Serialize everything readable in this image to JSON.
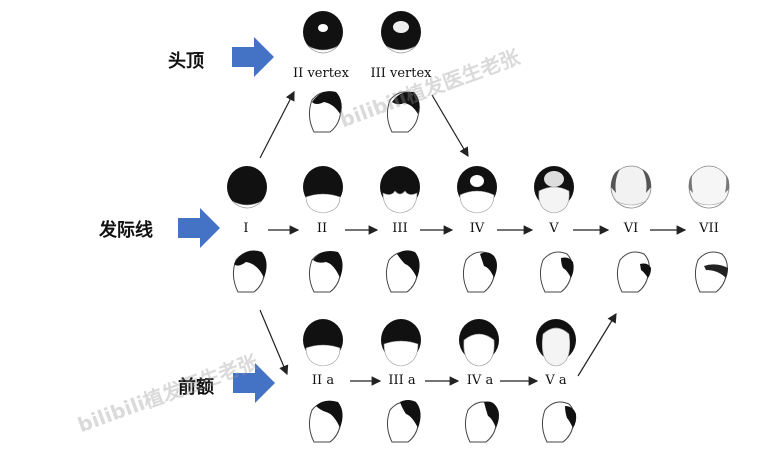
{
  "labels": {
    "top_row": "头顶",
    "middle_row": "发际线",
    "bottom_row": "前额"
  },
  "stages": {
    "vertex": [
      "II vertex",
      "III vertex"
    ],
    "main": [
      "I",
      "II",
      "III",
      "IV",
      "V",
      "VI",
      "VII"
    ],
    "anterior": [
      "II a",
      "III a",
      "IV a",
      "V a"
    ]
  },
  "watermarks": [
    "bilibili植发医生老张",
    "bilibili植发医生老张"
  ],
  "colors": {
    "arrow_blue": "#4472C4",
    "hair": "#111111",
    "scalp": "#ffffff",
    "watermark": "#9a9a9a"
  }
}
